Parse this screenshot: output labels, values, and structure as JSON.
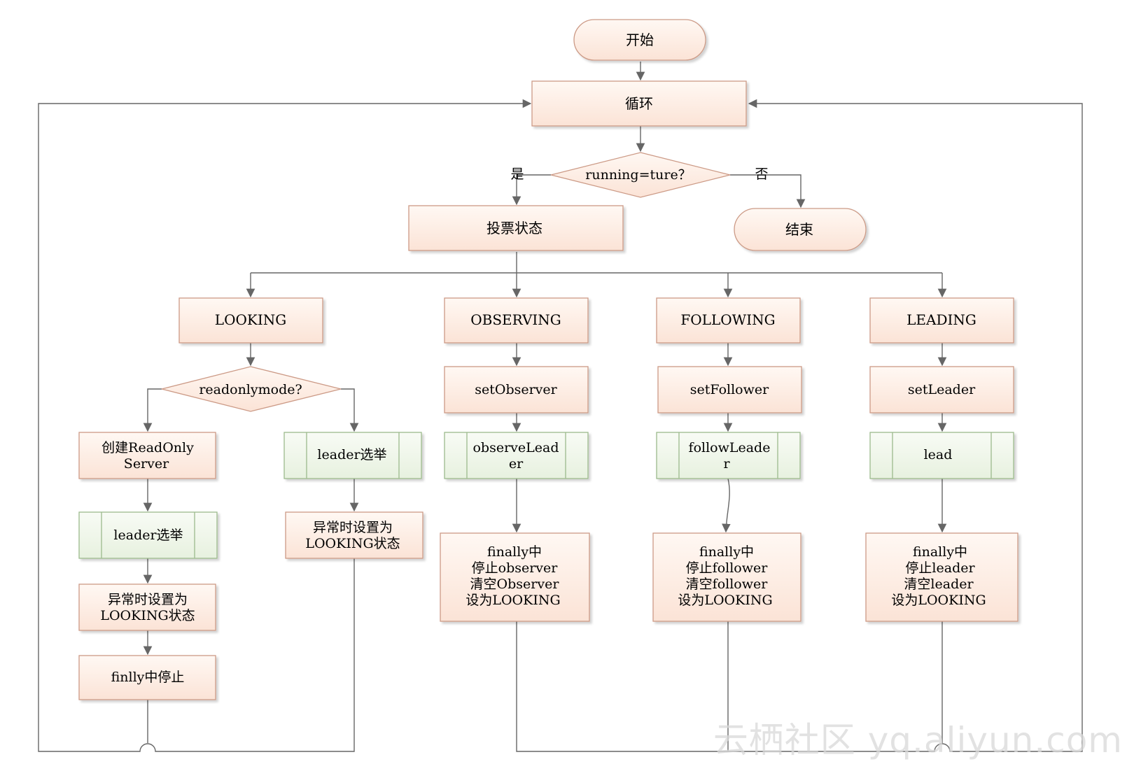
{
  "diagram": {
    "start": "开始",
    "loop": "循环",
    "running_check": "running=ture？",
    "yes": "是",
    "no": "否",
    "end": "结束",
    "vote_state": "投票状态",
    "looking": {
      "state": "LOOKING",
      "readonly_check": "readonlymode?",
      "create_server": [
        "创建ReadOnly",
        "Server"
      ],
      "election_left": "leader选举",
      "exception_left": [
        "异常时设置为",
        "LOOKING状态"
      ],
      "finally_stop": "finlly中停止",
      "election_right": "leader选举",
      "exception_right": [
        "异常时设置为",
        "LOOKING状态"
      ]
    },
    "observing": {
      "state": "OBSERVING",
      "set": "setObserver",
      "action": [
        "observeLead",
        "er"
      ],
      "finally": [
        "finally中",
        "停止observer",
        "清空Observer",
        "设为LOOKING"
      ]
    },
    "following": {
      "state": "FOLLOWING",
      "set": "setFollower",
      "action": [
        "followLeade",
        "r"
      ],
      "finally": [
        "finally中",
        "停止follower",
        "清空follower",
        "设为LOOKING"
      ]
    },
    "leading": {
      "state": "LEADING",
      "set": "setLeader",
      "action": [
        "lead"
      ],
      "finally": [
        "finally中",
        "停止leader",
        "清空leader",
        "设为LOOKING"
      ]
    }
  },
  "watermark": "云栖社区 yq.aliyun.com",
  "colors": {
    "box_fill": "#fdeee5",
    "box_stroke": "#cc9a86",
    "sub_fill": "#eef5e8",
    "sub_stroke": "#9cba8c",
    "line": "#666666"
  }
}
